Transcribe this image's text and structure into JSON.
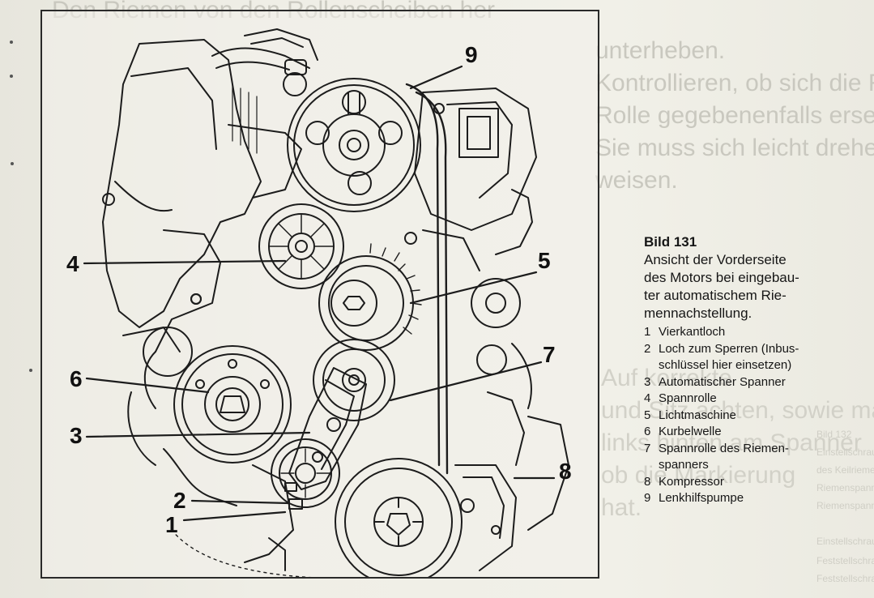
{
  "figure": {
    "callouts": [
      {
        "id": "1",
        "label": "1"
      },
      {
        "id": "2",
        "label": "2"
      },
      {
        "id": "3",
        "label": "3"
      },
      {
        "id": "4",
        "label": "4"
      },
      {
        "id": "5",
        "label": "5"
      },
      {
        "id": "6",
        "label": "6"
      },
      {
        "id": "7",
        "label": "7"
      },
      {
        "id": "8",
        "label": "8"
      },
      {
        "id": "9",
        "label": "9"
      }
    ]
  },
  "caption": {
    "title": "Bild 131",
    "lines": [
      "Ansicht der Vorderseite",
      "des Motors bei eingebau-",
      "ter automatischem Rie-",
      "mennachstellung."
    ],
    "legend": [
      {
        "num": "1",
        "text": "Vierkantloch"
      },
      {
        "num": "2",
        "text": "Loch zum Sperren (Inbus-"
      },
      {
        "num": "",
        "text": "schlüssel hier einsetzen)"
      },
      {
        "num": "3",
        "text": "Automatischer Spanner"
      },
      {
        "num": "4",
        "text": "Spannrolle"
      },
      {
        "num": "5",
        "text": "Lichtmaschine"
      },
      {
        "num": "6",
        "text": "Kurbelwelle"
      },
      {
        "num": "7",
        "text": "Spannrolle des Riemen-"
      },
      {
        "num": "",
        "text": "spanners"
      },
      {
        "num": "8",
        "text": "Kompressor"
      },
      {
        "num": "9",
        "text": "Lenkhilfspumpe"
      }
    ]
  },
  "bleed_through": {
    "top_lines": [
      "Den Riemen von den Rollenscheiben her",
      "unterheben.",
      "Kontrollieren, ob sich die Rollen leicht drehen lassen.",
      "Rolle gegebenenfalls ersetzen lassen.",
      "Sie muss sich leicht drehen und darf kein Spiel auf-",
      "weisen."
    ],
    "bottom_lines": [
      "Auf korrekte",
      "und Sitz achten, sowie man",
      "links hinten am Spanner",
      "ob die Markierung",
      "hat."
    ],
    "side_lines": [
      "Bild 132",
      "Einstellschraube",
      "des Keilriemens",
      "Riemenspannung",
      "Riemenspannung",
      "Einstellschraube",
      "Feststellschraube",
      "Feststellschraube"
    ]
  }
}
